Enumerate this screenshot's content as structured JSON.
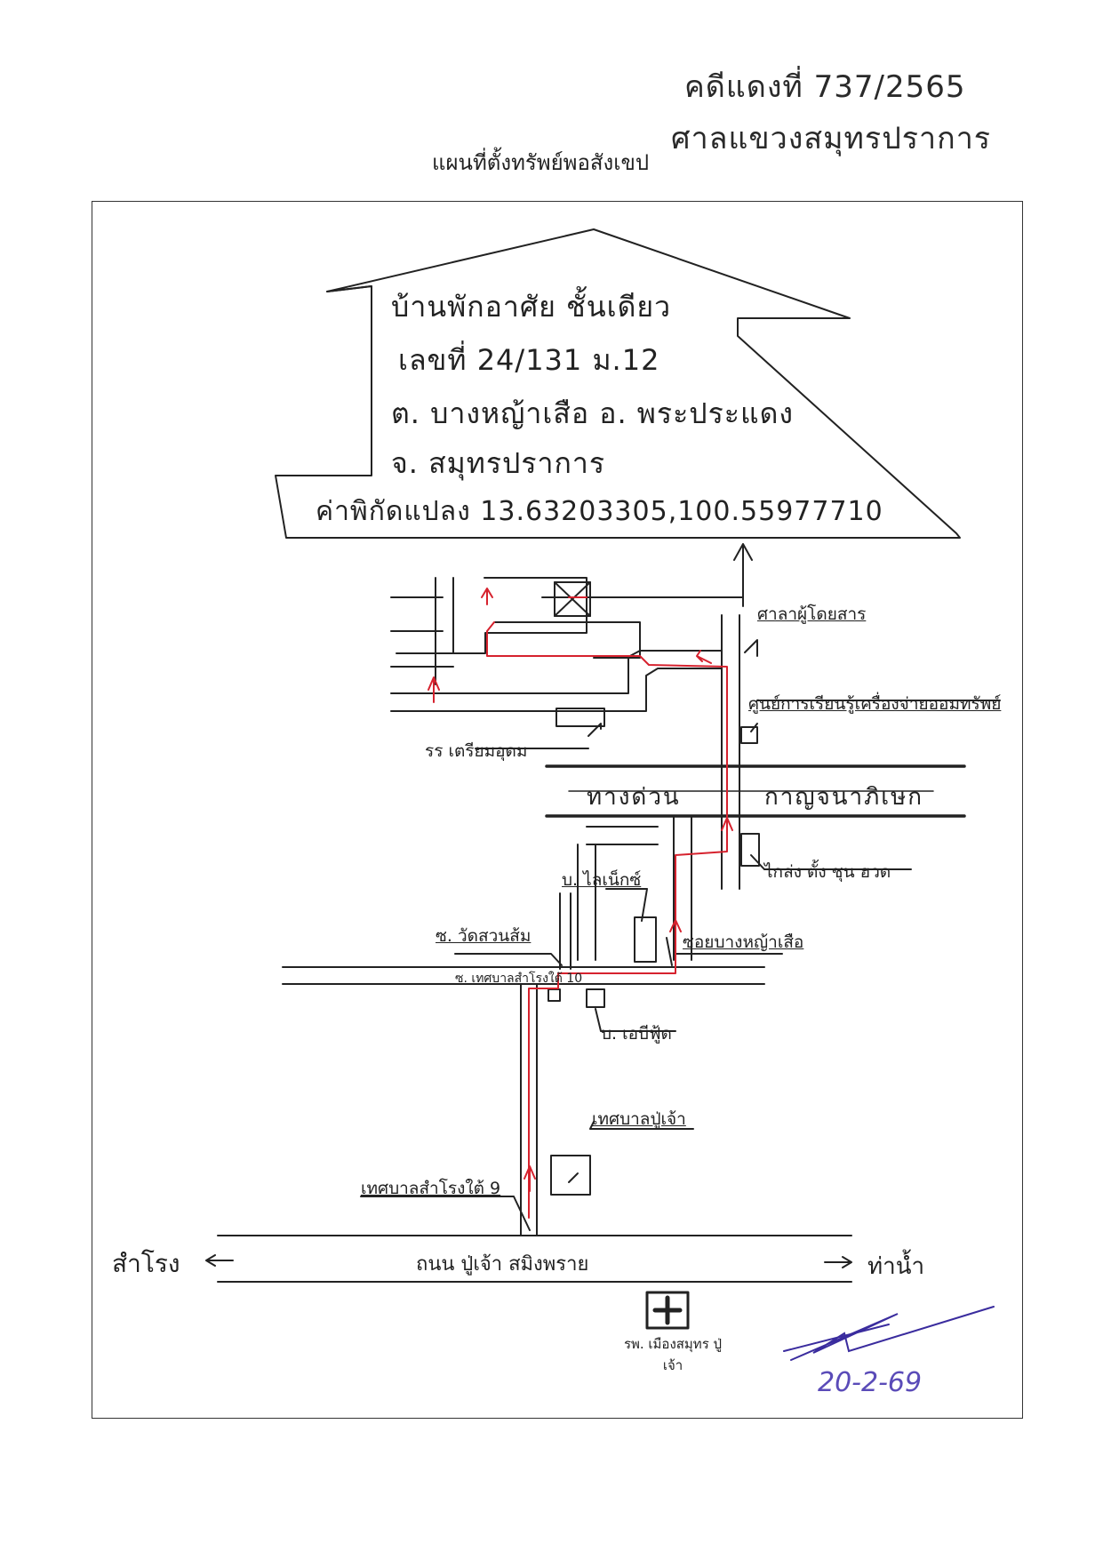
{
  "header": {
    "case_number": "คดีแดงที่ 737/2565",
    "court": "ศาลแขวงสมุทรปราการ",
    "page_title": "แผนที่ตั้งทรัพย์พอสังเขป"
  },
  "house_box": {
    "line1": "บ้านพักอาศัย ชั้นเดียว",
    "line2": "เลขที่ 24/131 ม.12",
    "line3": "ต. บางหญ้าเสือ อ. พระประแดง",
    "line4": "จ. สมุทรปราการ",
    "line5": "ค่าพิกัดแปลง 13.63203305,100.55977710"
  },
  "landmarks": {
    "bus_stop": "ศาลาผู้โดยสาร",
    "learning_center": "ศูนย์การเรียนรู้เครื่องจ่ายออมทรัพย์",
    "school": "รร เตรียมอุดม",
    "highway_left": "ทางด่วน",
    "highway_right": "กาญจนาภิเษก",
    "company_1": "ไกล่ง ตั้ง ชุน ฮวด",
    "company_2": "บ. ไลเน็กซ์",
    "soi_wat": "ซ. วัดสวนส้ม",
    "soi_bang": "ซอยบางหญ้าเสือ",
    "soi_municipal": "ซ. เทศบาลสำโรงใต้ 10",
    "company_3": "บ. เอบีฟู้ด",
    "municipality": "เทศบาลปู่เจ้า",
    "municipal_soi": "เทศบาลสำโรงใต้ 9",
    "main_road": "ถนน ปู่เจ้า สมิงพราย",
    "west_place": "สำโรง",
    "east_place": "ท่าน้ำ",
    "hospital": "รพ. เมืองสมุทร ปู่เจ้า"
  },
  "signature": {
    "date": "20-2-69"
  },
  "colors": {
    "ink": "#222222",
    "route": "#d6222e",
    "signature": "#5a4bb8"
  }
}
